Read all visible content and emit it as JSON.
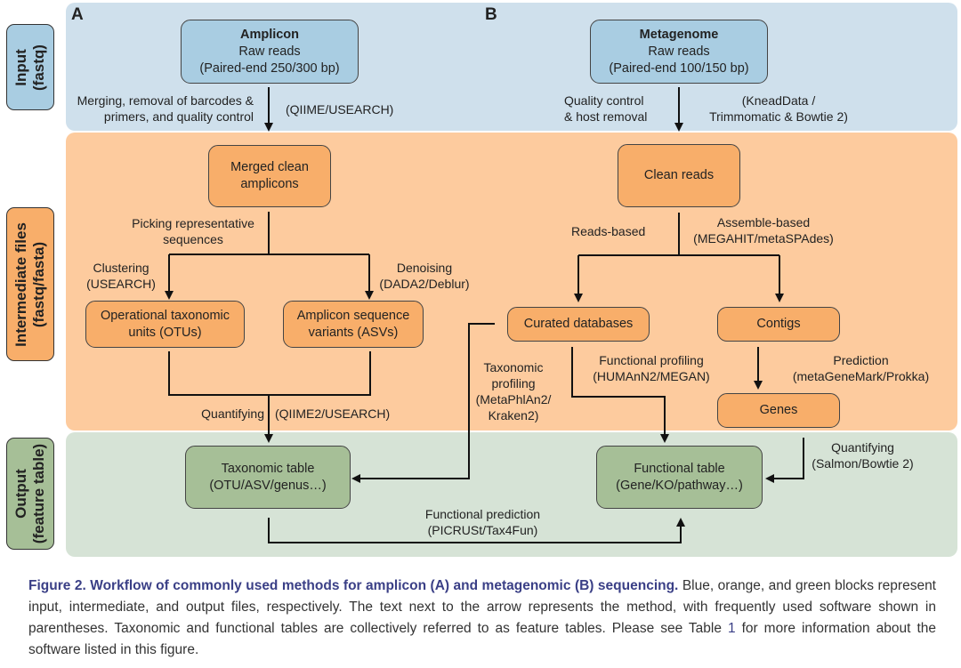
{
  "bands": {
    "input": {
      "label_line1": "Input",
      "label_line2": "(fastq)",
      "color": "#cfe0ec"
    },
    "intermediate": {
      "label_line1": "Intermediate files",
      "label_line2": "(fastq/fasta)",
      "color": "#fdcb9e"
    },
    "output": {
      "label_line1": "Output",
      "label_line2": "(feature table)",
      "color": "#d6e3d6"
    }
  },
  "panels": {
    "a": {
      "letter": "A",
      "raw": {
        "title": "Amplicon",
        "line2": "Raw reads",
        "line3": "(Paired-end 250/300 bp)"
      },
      "step1_method_line1": "Merging, removal of barcodes &",
      "step1_method_line2": "primers, and quality control",
      "step1_software": "(QIIME/USEARCH)",
      "merged": {
        "line1": "Merged clean",
        "line2": "amplicons"
      },
      "picking_line1": "Picking representative",
      "picking_line2": "sequences",
      "clustering_line1": "Clustering",
      "clustering_line2": "(USEARCH)",
      "denoising_line1": "Denoising",
      "denoising_line2": "(DADA2/Deblur)",
      "otu": {
        "line1": "Operational taxonomic",
        "line2": "units (OTUs)"
      },
      "asv": {
        "line1": "Amplicon sequence",
        "line2": "variants (ASVs)"
      },
      "quantifying": "Quantifying",
      "quantifying_software": "(QIIME2/USEARCH)",
      "tax_table": {
        "line1": "Taxonomic table",
        "line2": "(OTU/ASV/genus…)"
      }
    },
    "b": {
      "letter": "B",
      "raw": {
        "title": "Metagenome",
        "line2": "Raw reads",
        "line3": "(Paired-end 100/150 bp)"
      },
      "qc_line1": "Quality control",
      "qc_line2": "& host removal",
      "qc_software_line1": "(KneadData /",
      "qc_software_line2": "Trimmomatic & Bowtie 2)",
      "clean": "Clean reads",
      "reads_based": "Reads-based",
      "assemble_line1": "Assemble-based",
      "assemble_line2": "(MEGAHIT/metaSPAdes)",
      "curated": "Curated databases",
      "contigs": "Contigs",
      "taxprof_line1": "Taxonomic",
      "taxprof_line2": "profiling",
      "taxprof_line3": "(MetaPhlAn2/",
      "taxprof_line4": "Kraken2)",
      "funcprof_line1": "Functional profiling",
      "funcprof_line2": "(HUMAnN2/MEGAN)",
      "prediction_line1": "Prediction",
      "prediction_line2": "(metaGeneMark/Prokka)",
      "genes": "Genes",
      "quant_line1": "Quantifying",
      "quant_line2": "(Salmon/Bowtie 2)",
      "func_table": {
        "line1": "Functional table",
        "line2": "(Gene/KO/pathway…)"
      }
    },
    "shared": {
      "funcpred_line1": "Functional prediction",
      "funcpred_line2": "(PICRUSt/Tax4Fun)"
    }
  },
  "caption": {
    "title": "Figure 2.  Workflow of commonly used methods for amplicon (A) and metagenomic (B) sequencing.",
    "body_part1": " Blue, orange, and green blocks represent input, intermediate, and output files, respectively. The text next to the arrow represents the method, with frequently used software shown in parentheses. Taxonomic and functional tables are collectively referred to as feature tables. Please see Table ",
    "table_ref": "1",
    "body_part2": " for more information about the software listed in this figure."
  },
  "colors": {
    "input_box": "#a9cde2",
    "intermediate_box": "#f8ae6a",
    "output_box": "#a6bf97",
    "caption_title": "#3a3f86"
  }
}
